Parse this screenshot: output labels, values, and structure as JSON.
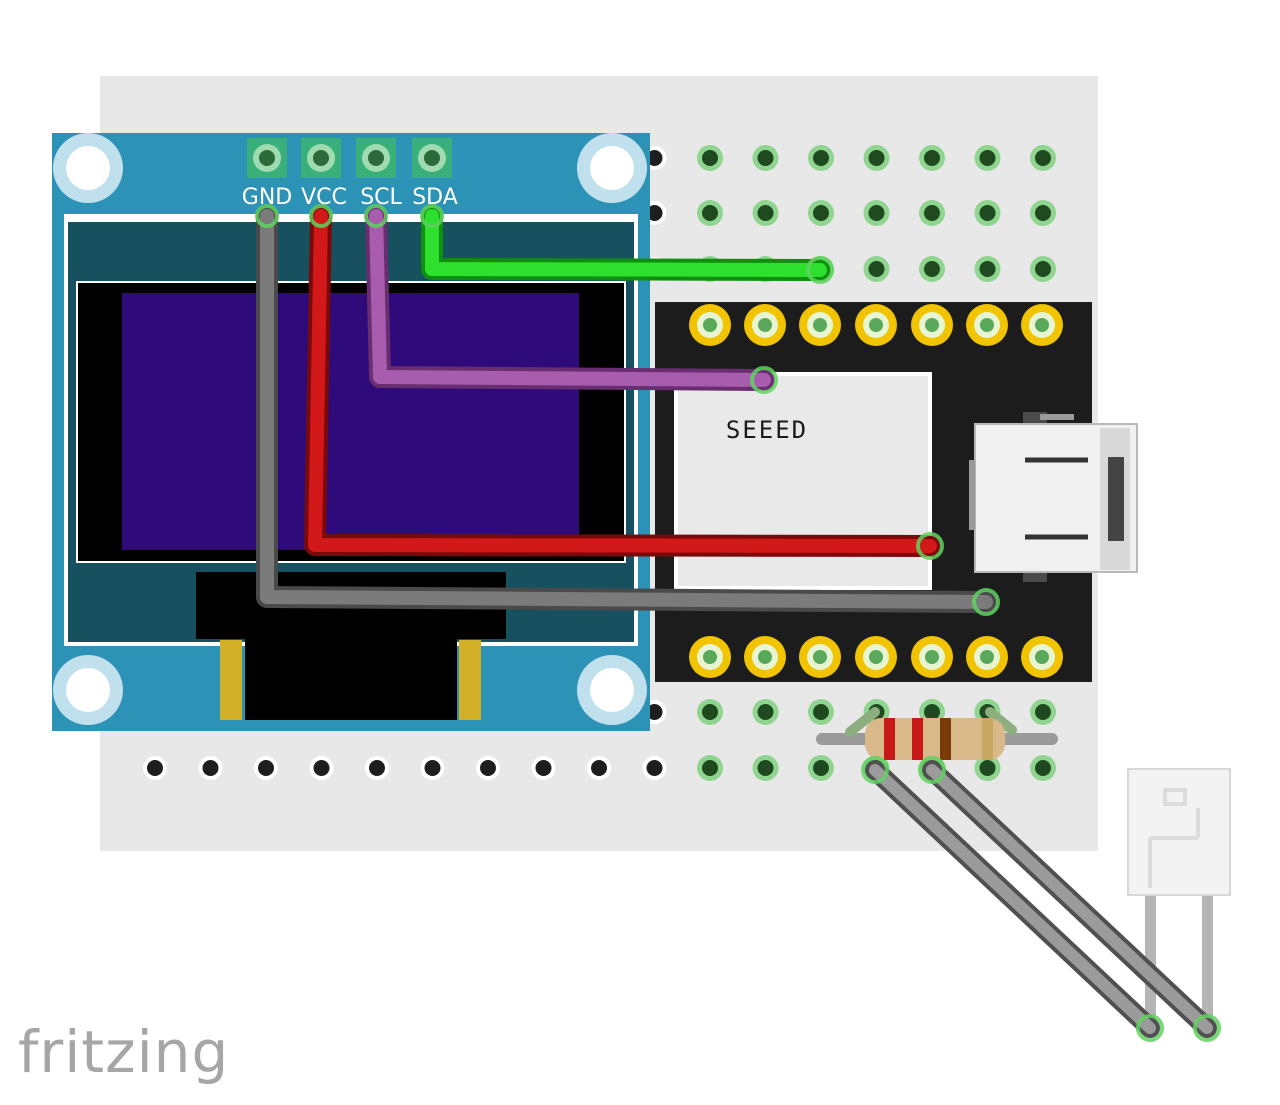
{
  "oled": {
    "pins": [
      {
        "label": "GND"
      },
      {
        "label": "VCC"
      },
      {
        "label": "SCL"
      },
      {
        "label": "SDA"
      }
    ]
  },
  "mcu": {
    "label": "SEEED"
  },
  "logo": {
    "text": "fritzing"
  },
  "colors": {
    "breadboard": "#e8e8e8",
    "oled_pcb": "#2d93b6",
    "oled_screen": "#2e0a7a",
    "mcu_board": "#1c1c1c",
    "mcu_pin_pad": "#f2c400",
    "wire_gnd": "#6d6d6d",
    "wire_vcc": "#c71414",
    "wire_scl": "#9c4fa0",
    "wire_sda": "#22cc22"
  },
  "wires": [
    {
      "name": "wire-gnd",
      "color": "wire_gnd"
    },
    {
      "name": "wire-vcc",
      "color": "wire_vcc"
    },
    {
      "name": "wire-scl",
      "color": "wire_scl"
    },
    {
      "name": "wire-sda",
      "color": "wire_sda"
    }
  ]
}
